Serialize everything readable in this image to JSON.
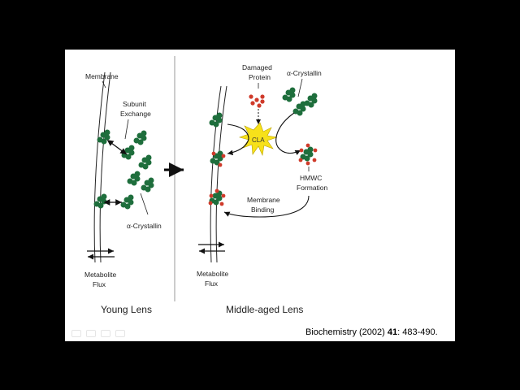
{
  "labels": {
    "membrane": "Membrane",
    "subunit_exchange": [
      "Subunit",
      "Exchange"
    ],
    "alpha_crystallin_left": "α-Crystallin",
    "metabolite_flux_left": [
      "Metabolite",
      "Flux"
    ],
    "damaged_protein": [
      "Damaged",
      "Protein"
    ],
    "alpha_crystallin_right": "α-Crystallin",
    "cla": "CLA",
    "hmwc_formation": [
      "HMWC",
      "Formation"
    ],
    "membrane_binding": [
      "Membrane",
      "Binding"
    ],
    "metabolite_flux_right": [
      "Metabolite",
      "Flux"
    ]
  },
  "panels": {
    "young": "Young Lens",
    "middle": "Middle-aged Lens"
  },
  "citation": {
    "journal": "Biochemistry (2002) ",
    "volume": "41",
    "pages": ": 483-490."
  },
  "colors": {
    "crystallin": "#1e6e3c",
    "damaged": "#cf3a2a",
    "cla_burst": "#f7e11a"
  }
}
